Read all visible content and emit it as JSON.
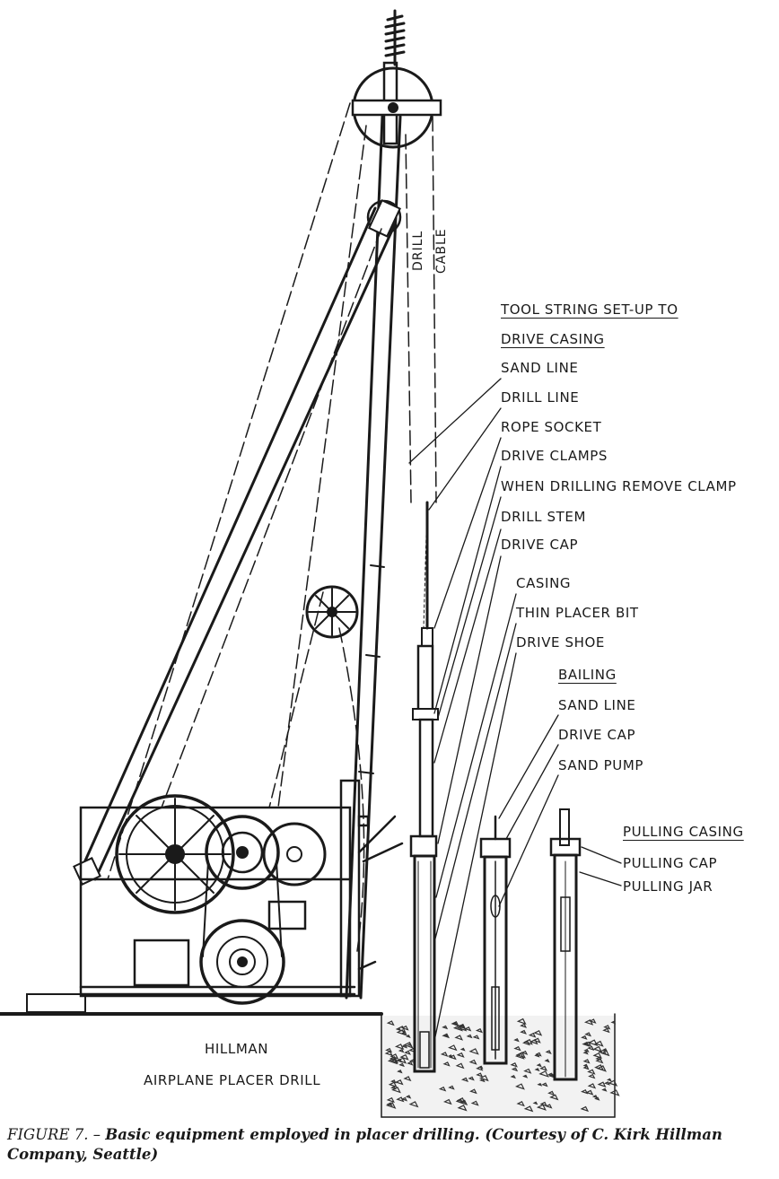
{
  "rig": {
    "name_line1": "HILLMAN",
    "name_line2": "AIRPLANE PLACER DRILL",
    "mast_label_1": "DRILL",
    "mast_label_2": "CABLE"
  },
  "tool_string": {
    "header_line1": "TOOL STRING SET-UP TO",
    "header_line2": "DRIVE CASING",
    "items": [
      "SAND LINE",
      "DRILL LINE",
      "ROPE SOCKET",
      "DRIVE CLAMPS",
      "WHEN DRILLING REMOVE CLAMP",
      "DRILL STEM",
      "DRIVE CAP",
      "CASING",
      "THIN PLACER BIT",
      "DRIVE SHOE"
    ]
  },
  "bailing": {
    "header": "BAILING",
    "items": [
      "SAND LINE",
      "DRIVE CAP",
      "SAND PUMP"
    ]
  },
  "pulling": {
    "header": "PULLING CASING",
    "items": [
      "PULLING CAP",
      "PULLING JAR"
    ]
  },
  "caption": {
    "figure": "FIGURE 7. –",
    "text": "Basic equipment employed in placer drilling. (Courtesy of C. Kirk Hillman Company, Seattle)"
  },
  "colors": {
    "ink": "#1a1a1a",
    "paper": "#ffffff",
    "gravel": "#f2f2f2"
  }
}
